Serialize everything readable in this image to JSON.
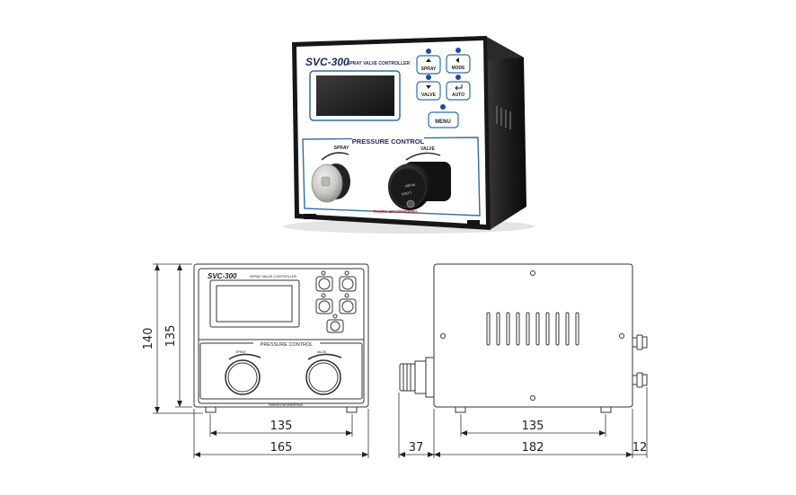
{
  "product": {
    "model": "SVC-300",
    "subtitle": "SPRAY VALVE CONTROLLER",
    "section": "PRESSURE CONTROL",
    "knob_left": "SPRAY",
    "knob_right": "VALVE",
    "maker": "TAKIRA ENGINEERING",
    "knob_cap_top": "PUSH",
    "knob_cap_bottom": "LOCK"
  },
  "buttons": {
    "spray": "SPRAY",
    "mode": "MODE",
    "valve": "VALVE",
    "auto": "AUTO",
    "menu": "MENU"
  },
  "front_view": {
    "model": "SVC-300",
    "subtitle": "SPRAY VALVE CONTROLLER",
    "section": "PRESSURE CONTROL",
    "knob_left": "SPRAY",
    "knob_right": "VALVE",
    "maker": "TAKIRA ENGINEERING"
  },
  "dimensions": {
    "front_height_outer": "140",
    "front_height_inner": "135",
    "front_width_inner": "135",
    "front_width_outer": "165",
    "side_knob_depth": "37",
    "side_feet_span": "135",
    "side_body_depth": "182",
    "side_fitting_depth": "12"
  }
}
